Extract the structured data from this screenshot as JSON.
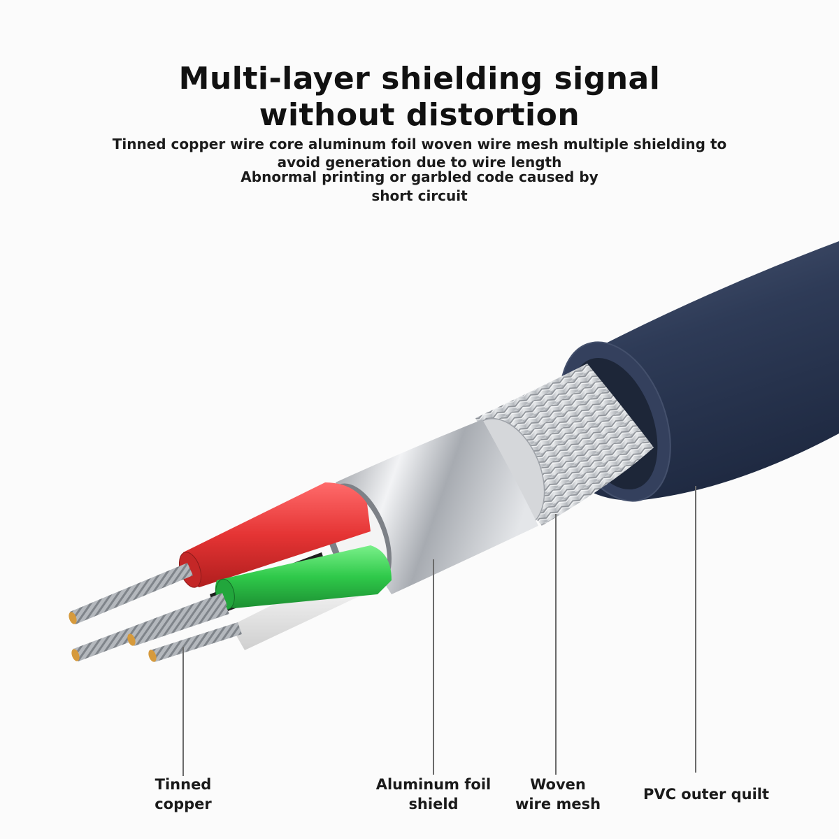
{
  "heading": {
    "line1": "Multi-layer shielding signal",
    "line2": "without distortion"
  },
  "subtext": {
    "line1": "Tinned copper wire core aluminum foil woven wire mesh multiple shielding to",
    "line2": "avoid generation due to wire length",
    "line3": "Abnormal printing or garbled code caused by",
    "line4": "short circuit"
  },
  "callouts": [
    {
      "line1": "Tinned",
      "line2": "copper"
    },
    {
      "line1": "Aluminum foil",
      "line2": "shield"
    },
    {
      "line1": "Woven",
      "line2": "wire mesh"
    },
    {
      "line1": "PVC outer quilt"
    }
  ],
  "colors": {
    "jacket": "#2e3b57",
    "braid": "#c9ccd1",
    "foil": "#b9bcc1",
    "red_wire": "#e53434",
    "green_wire": "#2fc94a",
    "white_wire": "#ececec",
    "black_wire": "#1e1e1e",
    "copper_strand": "#9a9ea3"
  }
}
